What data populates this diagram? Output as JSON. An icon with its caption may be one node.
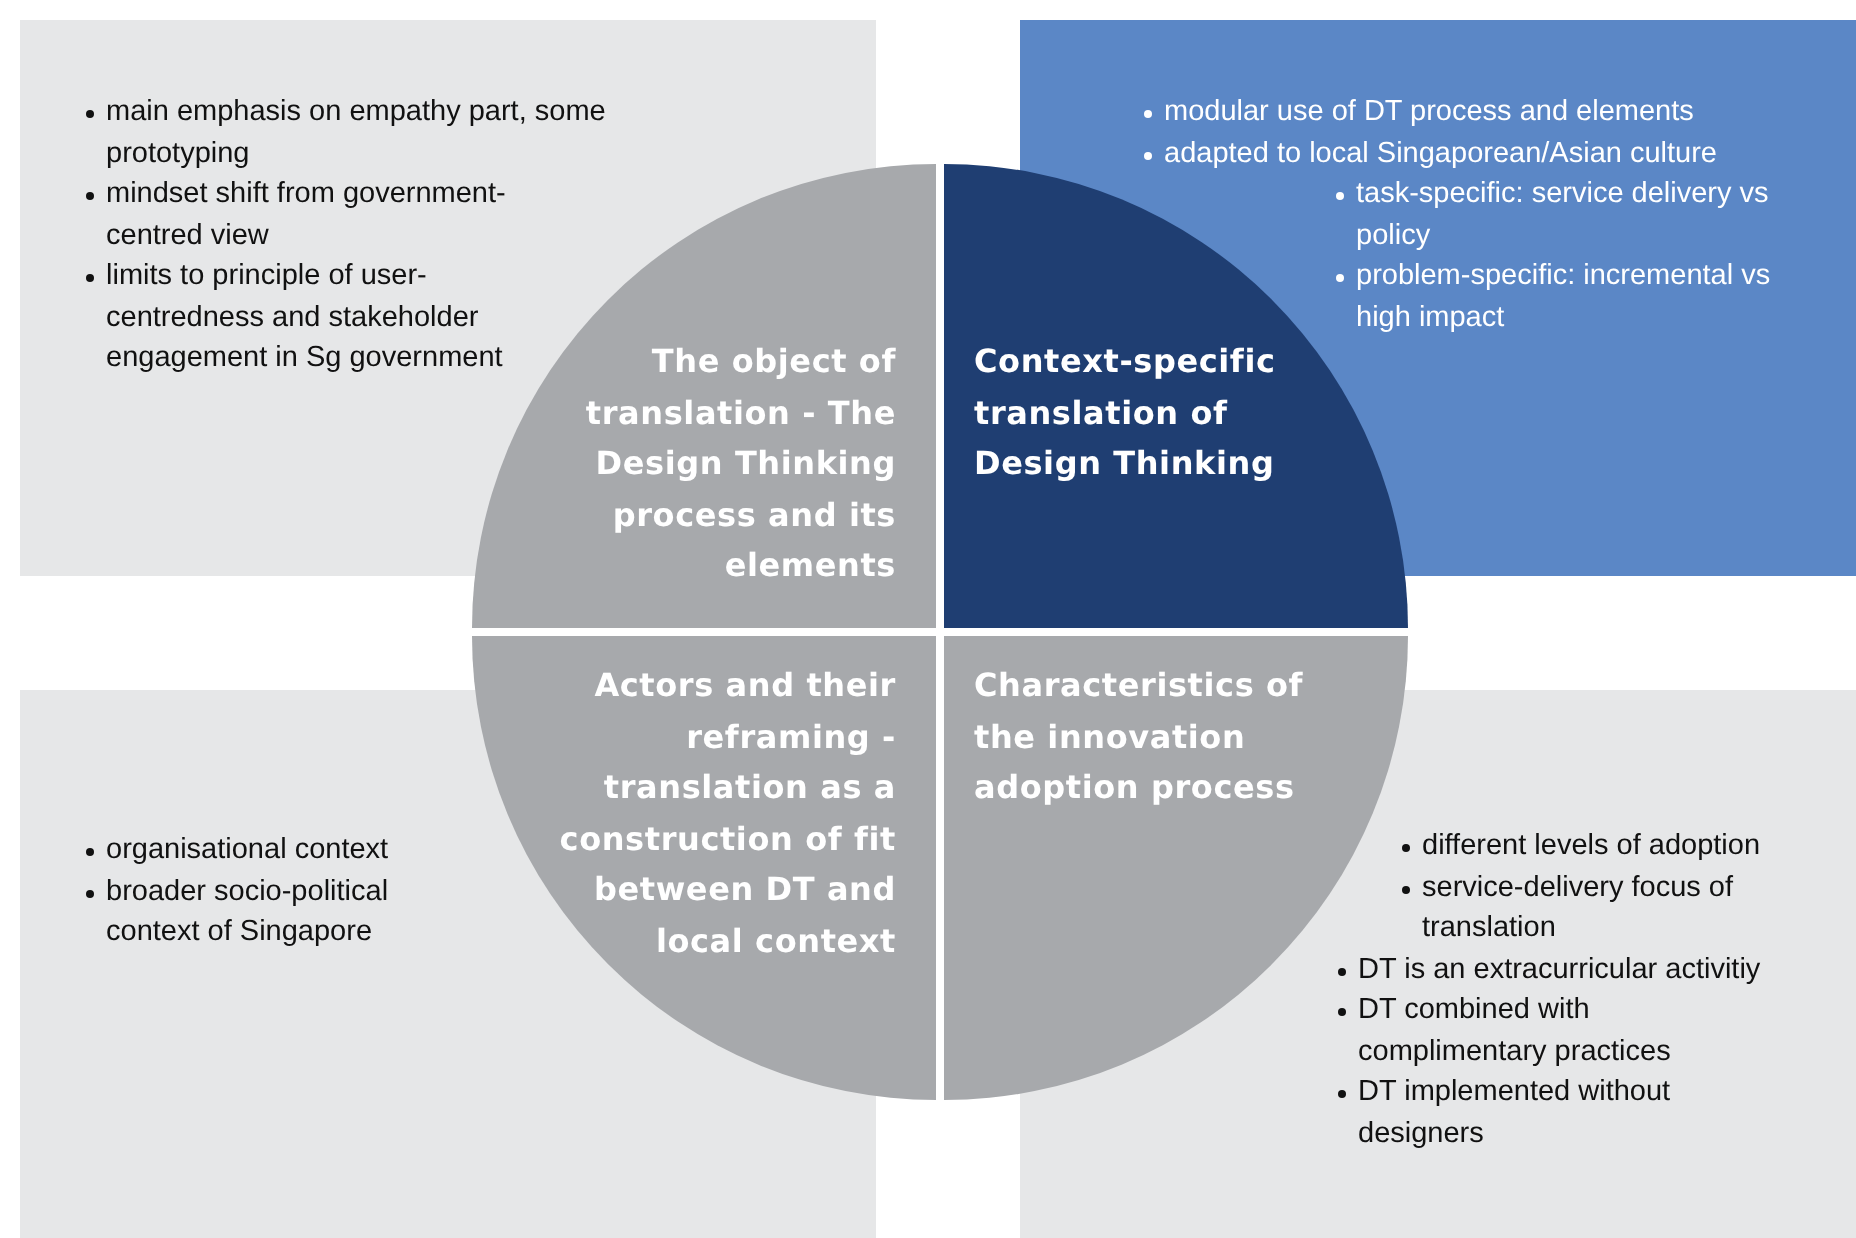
{
  "diagram": {
    "nodes": [
      {
        "text": [
          "main emphasis on empathy part, some prototyping",
          "mindset shift from government-centred view",
          "limits to principle of user-centredness and stakeholder engagement in Sg government"
        ]
      },
      {
        "text": [
          "modular use of DT process and elements",
          "adapted to local Singaporean/Asian culture",
          "task-specific: service delivery vs policy",
          "problem-specific: incremental vs high impact"
        ]
      },
      {
        "text": [
          "organisational context",
          "broader socio-political context of Singapore"
        ]
      },
      {
        "text": [
          "different levels of adoption",
          "service-delivery focus of translation",
          "DT is an extracurricular activitiy",
          "DT combined with complimentary practices",
          "DT implemented without designers"
        ]
      },
      {
        "text": [
          "The object of translation -  The Design Thinking process and its elements"
        ]
      },
      {
        "text": [
          "Context-specific translation of Design Thinking"
        ]
      },
      {
        "text": [
          "Actors and their reframing - translation as a construction of fit between DT and local context"
        ]
      },
      {
        "text": [
          "Characteristics of the innovation adoption process"
        ]
      }
    ]
  }
}
